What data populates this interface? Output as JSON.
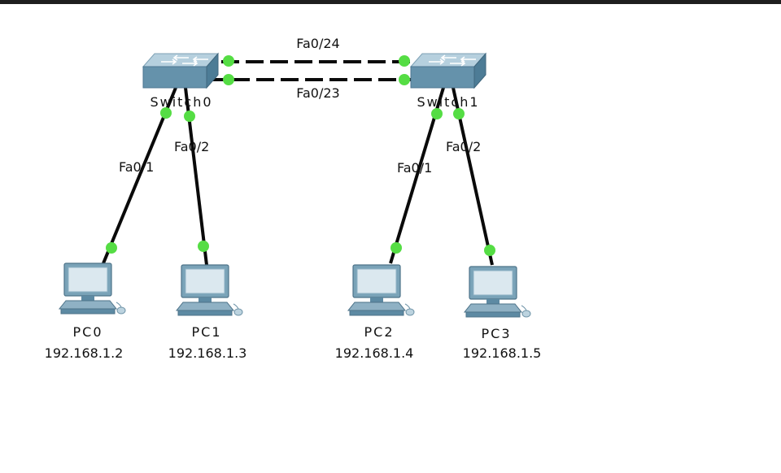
{
  "switches": [
    {
      "name": "Switch0"
    },
    {
      "name": "Switch1"
    }
  ],
  "links": {
    "trunk_top": "Fa0/24",
    "trunk_bottom": "Fa0/23",
    "sw0_pc0": "Fa0/1",
    "sw0_pc1": "Fa0/2",
    "sw1_pc2": "Fa0/1",
    "sw1_pc3": "Fa0/2"
  },
  "pcs": [
    {
      "name": "PC0",
      "ip": "192.168.1.2"
    },
    {
      "name": "PC1",
      "ip": "192.168.1.3"
    },
    {
      "name": "PC2",
      "ip": "192.168.1.4"
    },
    {
      "name": "PC3",
      "ip": "192.168.1.5"
    }
  ],
  "colors": {
    "link": "#0a0a0a",
    "port_up": "#55dd44",
    "switch_top": "#a9c6d6",
    "switch_front": "#5d8aa3"
  }
}
